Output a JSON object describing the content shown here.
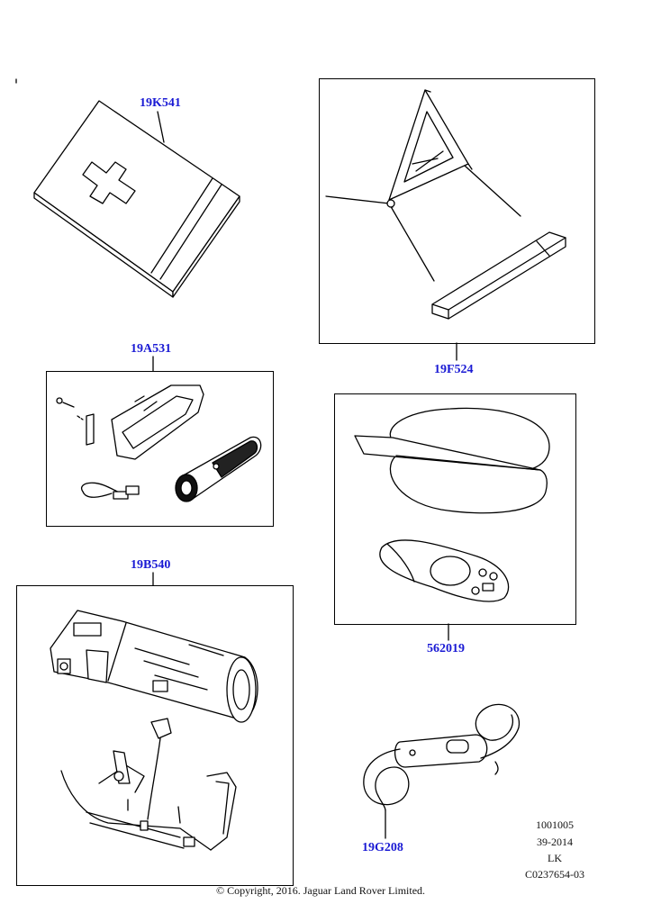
{
  "parts": {
    "first_aid_kit": "19K541",
    "warning_triangle": "19F524",
    "torch": "19A531",
    "tyre_pouch_remote": "562019",
    "fire_extinguisher": "19B540",
    "remote_control_cable": "19G208"
  },
  "meta": {
    "code1": "1001005",
    "code2": "39-2014",
    "code3": "LK",
    "code4": "C0237654-03"
  },
  "copyright": "© Copyright, 2016. Jaguar Land Rover Limited.",
  "colors": {
    "label": "#1a1ad4",
    "line": "#000000"
  }
}
